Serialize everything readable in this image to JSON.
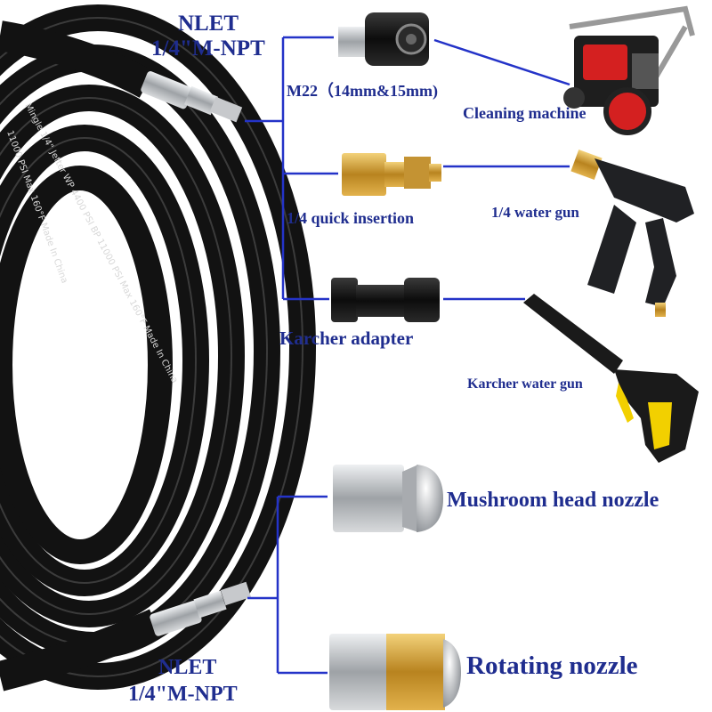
{
  "labels": {
    "inlet_top_1": "NLET",
    "inlet_top_2": "1/4\"M-NPT",
    "m22": "M22（14mm&15mm)",
    "cleaning_machine": "Cleaning machine",
    "quick_insertion": "1/4 quick insertion",
    "water_gun": "1/4 water gun",
    "karcher_adapter": "Karcher adapter",
    "karcher_gun": "Karcher water gun",
    "mushroom_nozzle": "Mushroom head nozzle",
    "inlet_bottom_1": "NLET",
    "inlet_bottom_2": "1/4\"M-NPT",
    "rotating_nozzle": "Rotating nozzle"
  },
  "hose_print": {
    "line1": "Mingle 1/4\" Jetter WP 4400 PSI BP 11000 PSI Max 160°F Made In China",
    "line2": "11000 PSI Max 160°F Made In China"
  },
  "colors": {
    "label_blue": "#1f2d8f",
    "connector_line": "#2433c8",
    "hose": "#111111",
    "brass": "#c9962e",
    "steel": "#b9bcc0",
    "gun_yellow": "#f2d000",
    "machine_red": "#d42020"
  }
}
